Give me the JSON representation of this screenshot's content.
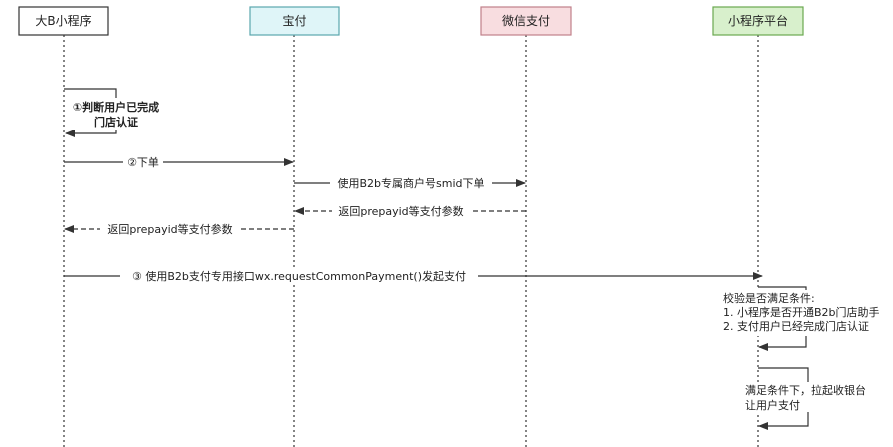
{
  "actors": [
    {
      "label": "大B小程序",
      "fill": "#ffffff",
      "stroke": "#333333"
    },
    {
      "label": "宝付",
      "fill": "#dff5f8",
      "stroke": "#5aa6ad"
    },
    {
      "label": "微信支付",
      "fill": "#f8dde0",
      "stroke": "#c0808a"
    },
    {
      "label": "小程序平台",
      "fill": "#d8f0cc",
      "stroke": "#6aa84f"
    }
  ],
  "messages": {
    "self_check_line1": "①判断用户已完成",
    "self_check_line2": "门店认证",
    "order": "②下单",
    "b2b_order": "使用B2b专属商户号smid下单",
    "return_wx": "返回prepayid等支付参数",
    "return_baofu": "返回prepayid等支付参数",
    "common_payment": "③ 使用B2b支付专用接口wx.requestCommonPayment()发起支付",
    "verify_title": "校验是否满足条件:",
    "verify_item1": "1. 小程序是否开通B2b门店助手",
    "verify_item2": "2. 支付用户已经完成门店认证",
    "cashier_line1": "满足条件下，拉起收银台",
    "cashier_line2": "让用户支付"
  },
  "colors": {
    "line": "#333333",
    "lifeline": "#333333"
  }
}
